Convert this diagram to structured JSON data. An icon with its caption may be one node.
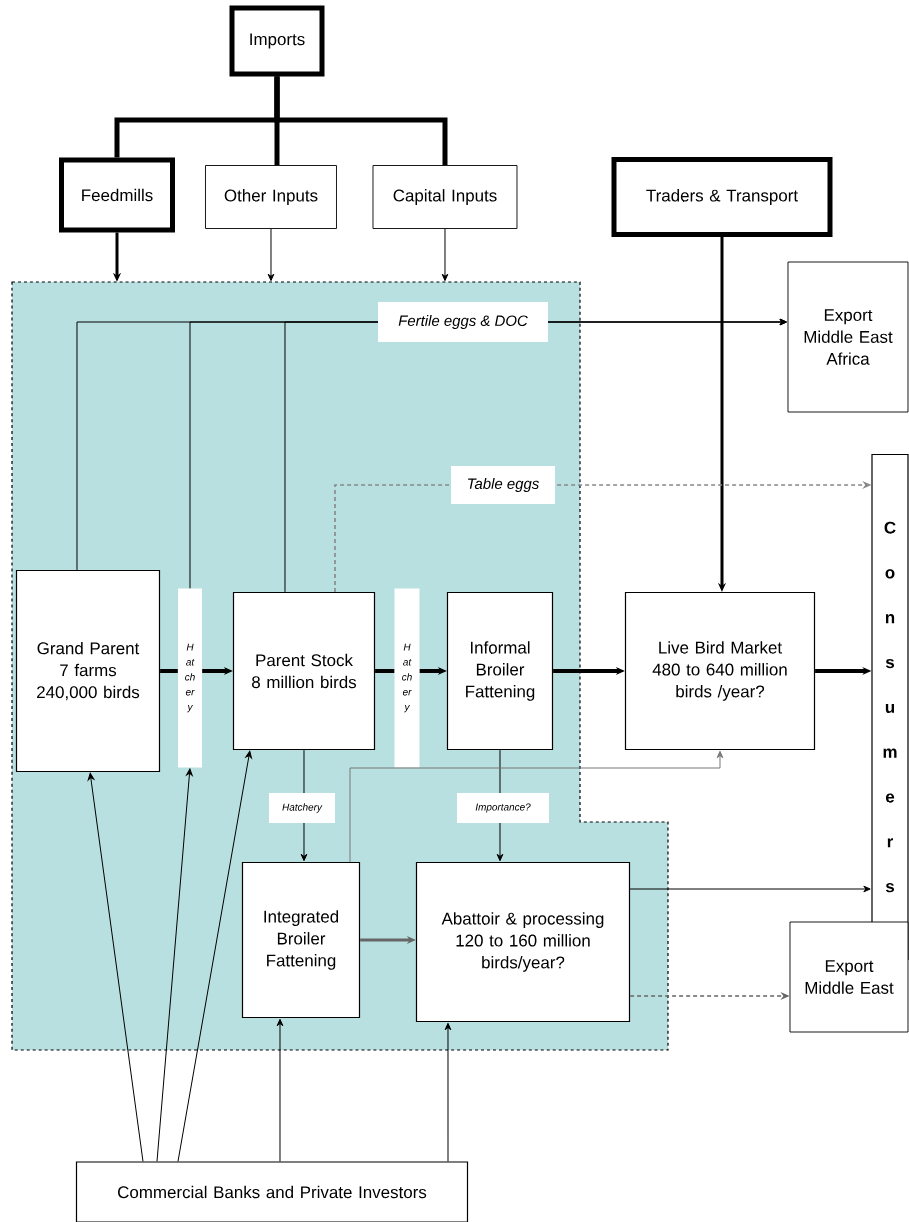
{
  "diagram": {
    "nodes": [
      {
        "text": [
          "Imports"
        ]
      },
      {
        "text": [
          "Feedmills"
        ]
      },
      {
        "text": [
          "Other Inputs"
        ]
      },
      {
        "text": [
          "Capital Inputs"
        ]
      },
      {
        "text": [
          "Traders & Transport"
        ]
      },
      {
        "text": [],
        "shape": "box"
      },
      {
        "text": [
          "Export",
          "Middle East",
          "Africa"
        ]
      },
      {
        "text": [
          "Grand Parent",
          "7 farms",
          "240,000 birds"
        ],
        "in": 5
      },
      {
        "text": [
          "H at ch er y"
        ],
        "in": 5
      },
      {
        "text": [
          "Parent Stock",
          "8 million birds"
        ],
        "in": 5
      },
      {
        "text": [
          "H at ch er y"
        ],
        "in": 5
      },
      {
        "text": [
          "Informal Broiler Fattening"
        ],
        "in": 5
      },
      {
        "text": [
          "Live Bird Market",
          "480 to 640 million birds /year?"
        ]
      },
      {
        "text": [
          "C o n s u m e r s"
        ]
      },
      {
        "text": [
          "Integrated Broiler Fattening"
        ],
        "in": 5
      },
      {
        "text": [
          "Abattoir & processing",
          "120 to 160 million birds/year?"
        ],
        "in": 5
      },
      {
        "text": [
          "Export",
          "Middle East"
        ]
      },
      {
        "text": [
          "Commercial Banks and Private Investors"
        ]
      }
    ],
    "edges": [
      {
        "from": 0,
        "to": 1,
        "arrow": "none",
        "style": "thick"
      },
      {
        "from": 0,
        "to": 2,
        "arrow": "none",
        "style": "thick"
      },
      {
        "from": 0,
        "to": 3,
        "arrow": "none",
        "style": "thick"
      },
      {
        "from": 1,
        "to": 5,
        "arrow": "to",
        "style": "thick"
      },
      {
        "from": 2,
        "to": 5,
        "arrow": "to"
      },
      {
        "from": 3,
        "to": 5,
        "arrow": "to"
      },
      {
        "from": 4,
        "to": 12,
        "arrow": "to",
        "style": "thick"
      },
      {
        "from": 7,
        "to": 6,
        "arrow": "to",
        "label": "Fertile eggs & DOC"
      },
      {
        "from": 8,
        "to": 6,
        "arrow": "to"
      },
      {
        "from": 9,
        "to": 6,
        "arrow": "to"
      },
      {
        "from": 7,
        "to": 8,
        "arrow": "none",
        "style": "thick"
      },
      {
        "from": 8,
        "to": 9,
        "arrow": "to",
        "style": "thick"
      },
      {
        "from": 9,
        "to": 10,
        "arrow": "none",
        "style": "thick"
      },
      {
        "from": 10,
        "to": 11,
        "arrow": "to",
        "style": "thick"
      },
      {
        "from": 11,
        "to": 12,
        "arrow": "to",
        "style": "thick"
      },
      {
        "from": 12,
        "to": 13,
        "arrow": "to",
        "style": "thick"
      },
      {
        "from": 9,
        "to": 13,
        "arrow": "to",
        "label": "Table eggs",
        "style": "dashed",
        "color": "#888888"
      },
      {
        "from": 9,
        "to": 14,
        "arrow": "to",
        "label": "Hatchery"
      },
      {
        "from": 11,
        "to": 15,
        "arrow": "to",
        "label": "Importance?"
      },
      {
        "from": 14,
        "to": 12,
        "arrow": "to",
        "color": "#777777"
      },
      {
        "from": 14,
        "to": 15,
        "arrow": "to",
        "style": "thick",
        "color": "#666666"
      },
      {
        "from": 15,
        "to": 13,
        "arrow": "to"
      },
      {
        "from": 15,
        "to": 16,
        "arrow": "to",
        "style": "dashed",
        "color": "#666666"
      },
      {
        "from": 17,
        "to": 7,
        "arrow": "to"
      },
      {
        "from": 17,
        "to": 8,
        "arrow": "to"
      },
      {
        "from": 17,
        "to": 9,
        "arrow": "to"
      },
      {
        "from": 17,
        "to": 14,
        "arrow": "to"
      },
      {
        "from": 17,
        "to": 15,
        "arrow": "to"
      }
    ]
  }
}
